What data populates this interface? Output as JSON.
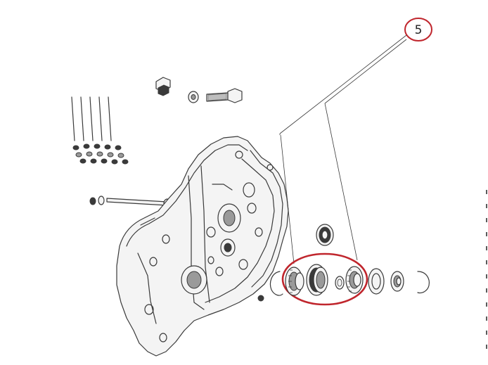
{
  "diagram": {
    "callout": {
      "number": "5",
      "ring_color": "#c0262d"
    },
    "highlight_color": "#c0262d",
    "line_color": "#3a3a3a",
    "fill_color": "#f4f4f4",
    "components": [
      "crankcase-half",
      "studs",
      "nuts",
      "plug",
      "washer",
      "bolt",
      "shaft",
      "bearing-race",
      "tapered-roller-bearing",
      "bearing-spacer",
      "seal",
      "retaining-ring"
    ]
  }
}
